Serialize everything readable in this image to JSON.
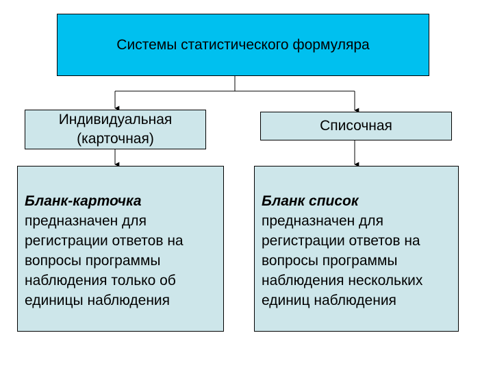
{
  "root": {
    "label": "Системы статистического формуляра"
  },
  "branches": [
    {
      "title_line1": "Индивидуальная",
      "title_line2": "(карточная)",
      "detail_head": "Бланк-карточка",
      "detail_body": "предназначен для регистрации ответов на вопросы программы наблюдения только об единицы наблюдения"
    },
    {
      "title_line1": "Списочная",
      "detail_head": "Бланк список",
      "detail_body": "предназначен для регистрации ответов на вопросы программы наблюдения нескольких единиц наблюдения"
    }
  ],
  "colors": {
    "root_fill": "#00c0ef",
    "node_fill": "#cde6ea",
    "line": "#000000"
  }
}
